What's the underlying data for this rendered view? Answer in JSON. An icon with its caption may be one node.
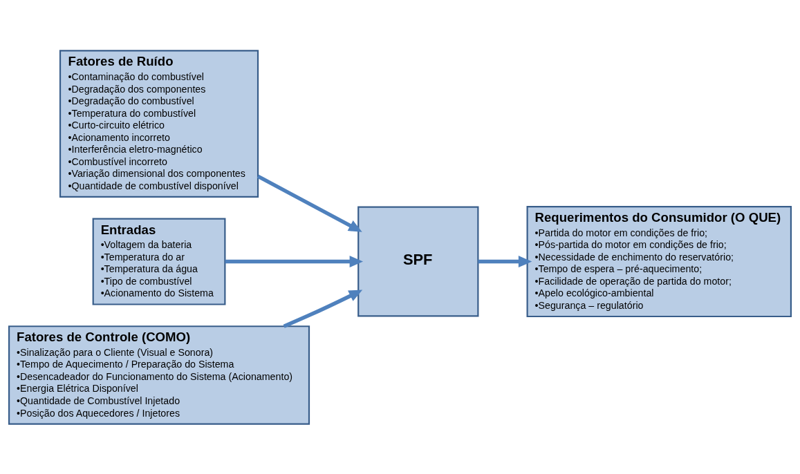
{
  "diagram": {
    "nodes": [
      {
        "text": [
          "Fatores de Ruído",
          "•Contaminação do combustível",
          "•Degradação dos componentes",
          "•Degradação do combustível",
          "•Temperatura do combustível",
          "•Curto-circuito elétrico",
          "•Acionamento incorreto",
          "•Interferência eletro-magnético",
          "•Combustível incorreto",
          "•Variação dimensional dos componentes",
          "•Quantidade de combustível disponível"
        ]
      },
      {
        "text": [
          "Entradas",
          "•Voltagem da bateria",
          "•Temperatura do ar",
          "•Temperatura da água",
          "•Tipo de combustível",
          "•Acionamento do Sistema"
        ]
      },
      {
        "text": [
          "SPF"
        ]
      },
      {
        "text": [
          "Requerimentos do Consumidor (O QUE)",
          "•Partida do motor em condições de frio;",
          "•Pós-partida do motor em condições de frio;",
          "•Necessidade de enchimento do reservatório;",
          "•Tempo de espera – pré-aquecimento;",
          "•Facilidade de operação de partida do motor;",
          "•Apelo ecológico-ambiental",
          "•Segurança – regulatório"
        ]
      },
      {
        "text": [
          "Fatores de Controle (COMO)",
          "•Sinalização para o Cliente (Visual e Sonora)",
          "•Tempo de Aquecimento / Preparação do Sistema",
          "•Desencadeador do Funcionamento do Sistema (Acionamento)",
          "•Energia Elétrica Disponível",
          "•Quantidade de Combustível Injetado",
          "•Posição dos Aquecedores / Injetores"
        ]
      }
    ],
    "edges": [
      {
        "from": 0,
        "to": 2,
        "arrow": "to"
      },
      {
        "from": 1,
        "to": 2,
        "arrow": "to"
      },
      {
        "from": 4,
        "to": 2,
        "arrow": "to"
      },
      {
        "from": 2,
        "to": 3,
        "arrow": "to"
      }
    ]
  }
}
